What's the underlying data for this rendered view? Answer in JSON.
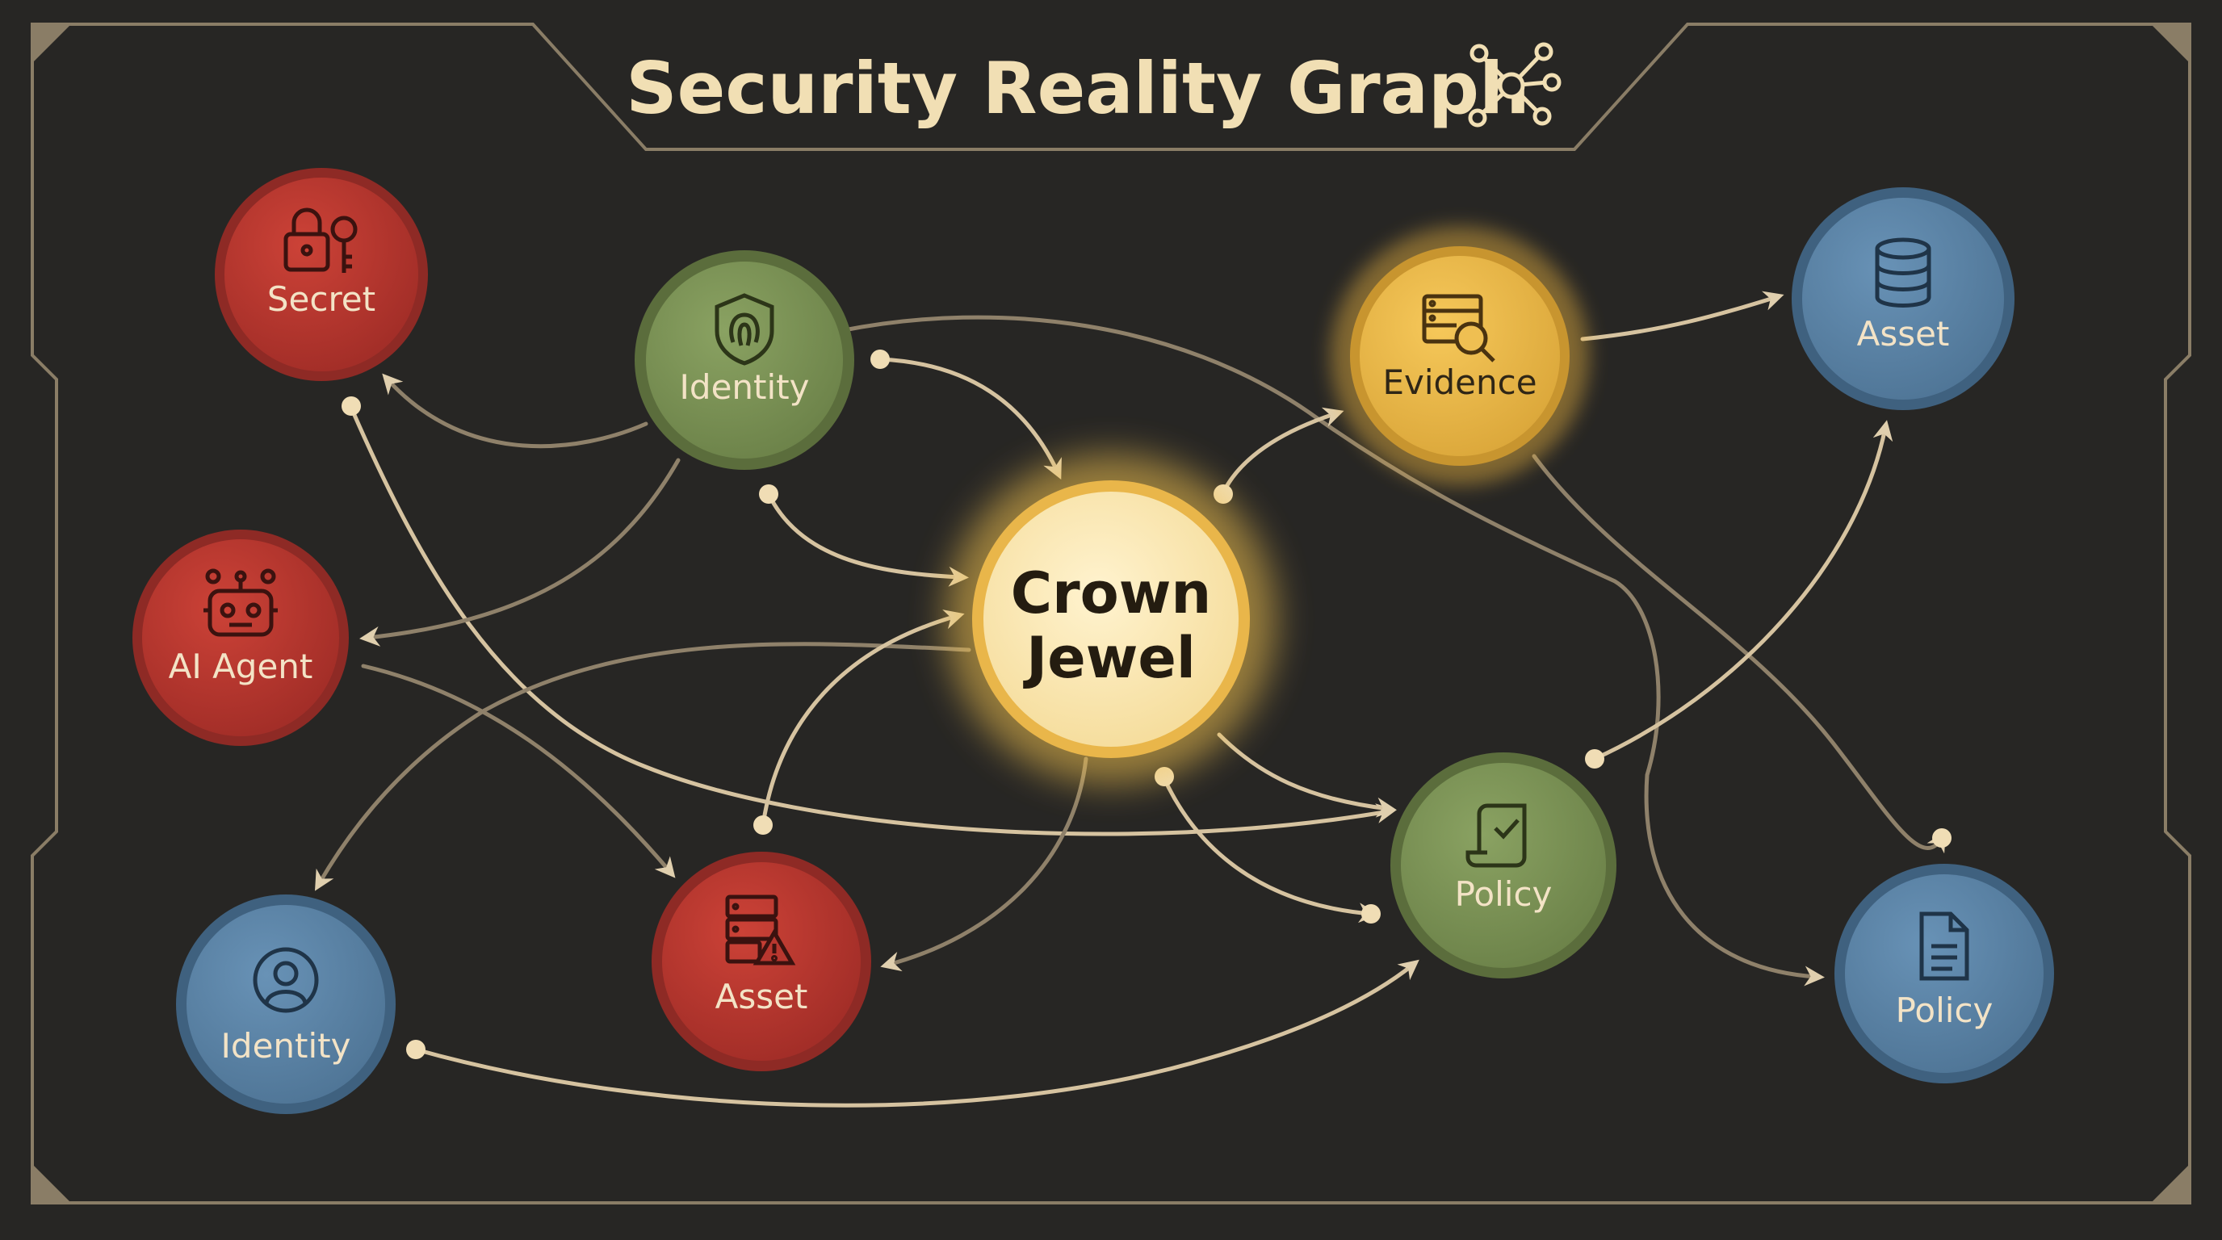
{
  "title": "Security Reality Graph",
  "colors": {
    "background": "#272624",
    "frame": "#8a7d66",
    "edge": "#d6c3a0",
    "red": "#b8372f",
    "green": "#7c9356",
    "blue": "#5d86aa",
    "yellow": "#e9b94a",
    "crown": "#fbeaba"
  },
  "nodes": [
    {
      "id": "secret",
      "label": "Secret",
      "color": "red",
      "icon": "lock-key-icon"
    },
    {
      "id": "identity1",
      "label": "Identity",
      "color": "green",
      "icon": "fingerprint-shield-icon"
    },
    {
      "id": "aiagent",
      "label": "AI Agent",
      "color": "red",
      "icon": "robot-icon"
    },
    {
      "id": "crown",
      "label1": "Crown",
      "label2": "Jewel",
      "color": "crown",
      "icon": "none"
    },
    {
      "id": "evidence",
      "label": "Evidence",
      "color": "yellow",
      "icon": "magnifier-server-icon"
    },
    {
      "id": "asset1",
      "label": "Asset",
      "color": "blue",
      "icon": "database-icon"
    },
    {
      "id": "identity2",
      "label": "Identity",
      "color": "blue",
      "icon": "user-icon"
    },
    {
      "id": "asset2",
      "label": "Asset",
      "color": "red",
      "icon": "server-warning-icon"
    },
    {
      "id": "policy1",
      "label": "Policy",
      "color": "green",
      "icon": "scroll-check-icon"
    },
    {
      "id": "policy2",
      "label": "Policy",
      "color": "blue",
      "icon": "document-icon"
    }
  ]
}
